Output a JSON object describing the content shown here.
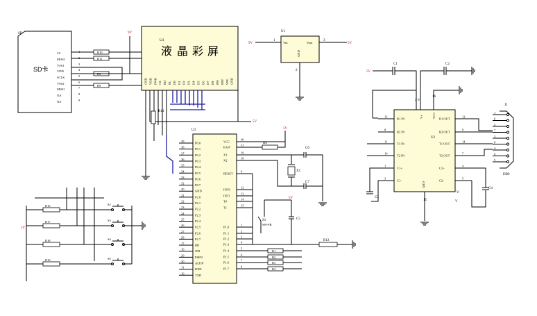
{
  "sd": {
    "ref": "SD",
    "label": "SD卡",
    "pins": [
      {
        "num": "1",
        "name": "CS"
      },
      {
        "num": "2",
        "name": "MOSI"
      },
      {
        "num": "3",
        "name": "VSS1"
      },
      {
        "num": "4",
        "name": "VDD"
      },
      {
        "num": "5",
        "name": "SCLK"
      },
      {
        "num": "6",
        "name": "VSS2"
      },
      {
        "num": "7",
        "name": "MISO"
      },
      {
        "num": "8",
        "name": "NA"
      },
      {
        "num": "9",
        "name": "NA"
      }
    ],
    "resistors": [
      "R10",
      "R11",
      "R8",
      "R9"
    ]
  },
  "lcd": {
    "ref": "U4",
    "chars": [
      "液",
      "晶",
      "彩",
      "屏"
    ],
    "pins": [
      "GND",
      "VDD",
      "PWR",
      "CS",
      "RD",
      "RL",
      "D0",
      "D1",
      "D2",
      "D3",
      "D4",
      "D5",
      "D6",
      "D7",
      "RS",
      "RW",
      "RST",
      "VRL",
      "GND"
    ]
  },
  "reg": {
    "ref": "U1",
    "vin": "Vin",
    "vout": "Vout",
    "gnd": "GND",
    "pin_in": "1",
    "pin_out": "3",
    "pin_gnd": "2",
    "net_in": "9V",
    "net_out": "5V"
  },
  "mcu": {
    "ref": "U3",
    "left_pins": [
      {
        "num": "39",
        "name": "P0.0"
      },
      {
        "num": "38",
        "name": "P0.1"
      },
      {
        "num": "37",
        "name": "P0.2"
      },
      {
        "num": "36",
        "name": "P0.3"
      },
      {
        "num": "35",
        "name": "P0.4"
      },
      {
        "num": "34",
        "name": "P0.5"
      },
      {
        "num": "33",
        "name": "P0.6"
      },
      {
        "num": "32",
        "name": "P0.7"
      },
      {
        "num": "20",
        "name": "GND"
      },
      {
        "num": "21",
        "name": "P2.0"
      },
      {
        "num": "22",
        "name": "P2.1"
      },
      {
        "num": "23",
        "name": "P2.2"
      },
      {
        "num": "24",
        "name": "P2.3"
      },
      {
        "num": "25",
        "name": "P2.4"
      },
      {
        "num": "26",
        "name": "P2.5"
      },
      {
        "num": "27",
        "name": "P2.6"
      },
      {
        "num": "28",
        "name": "P2.7"
      },
      {
        "num": "17",
        "name": "RD"
      },
      {
        "num": "16",
        "name": "WR"
      },
      {
        "num": "29",
        "name": "PSEN"
      },
      {
        "num": "30",
        "name": "ALE/P"
      },
      {
        "num": "11",
        "name": "RXD"
      },
      {
        "num": "10",
        "name": "TXD"
      }
    ],
    "right_pins": [
      {
        "num": "40",
        "name": "VCC"
      },
      {
        "num": "31",
        "name": "EA/P"
      },
      {
        "num": "19",
        "name": "X1"
      },
      {
        "num": "18",
        "name": "X2"
      },
      {
        "num": "9",
        "name": "RESET"
      },
      {
        "num": "12",
        "name": "INT0"
      },
      {
        "num": "13",
        "name": "INT1"
      },
      {
        "num": "14",
        "name": "T0"
      },
      {
        "num": "15",
        "name": "T1"
      },
      {
        "num": "1",
        "name": "P1.0"
      },
      {
        "num": "2",
        "name": "P1.1"
      },
      {
        "num": "3",
        "name": "P1.2"
      },
      {
        "num": "4",
        "name": "P1.3"
      },
      {
        "num": "5",
        "name": "P1.4"
      },
      {
        "num": "6",
        "name": "P1.5"
      },
      {
        "num": "7",
        "name": "P1.6"
      },
      {
        "num": "8",
        "name": "P1.7"
      }
    ]
  },
  "max": {
    "ref": "U2",
    "left_pins": [
      {
        "num": "13",
        "name": "R1 IN"
      },
      {
        "num": "8",
        "name": "R2 IN"
      },
      {
        "num": "11",
        "name": "T1 IN"
      },
      {
        "num": "10",
        "name": "T2 IN"
      },
      {
        "num": "1",
        "name": "C1+"
      },
      {
        "num": "3",
        "name": "C1-"
      }
    ],
    "right_pins": [
      {
        "num": "12",
        "name": "R1 OUT"
      },
      {
        "num": "9",
        "name": "R2 OUT"
      },
      {
        "num": "14",
        "name": "T1 OUT"
      },
      {
        "num": "7",
        "name": "T2 OUT"
      },
      {
        "num": "4",
        "name": "C2+"
      },
      {
        "num": "5",
        "name": "C2-"
      }
    ],
    "top_vcc": "VCC",
    "top_v": "V+",
    "vm": "V-",
    "gnd": "GND",
    "pin_vcc": "16",
    "pin_vp": "2",
    "pin_vm": "6",
    "pin_gnd": "15"
  },
  "db9": {
    "ref": "J1",
    "label": "DB9",
    "pins": [
      "1",
      "6",
      "2",
      "7",
      "3",
      "8",
      "4",
      "9",
      "5"
    ]
  },
  "keys": {
    "resistors": [
      "R16",
      "R17",
      "R18",
      "R19"
    ],
    "switches": [
      "S2",
      "S3",
      "S4",
      "S5"
    ]
  },
  "misc": {
    "r14": "R14",
    "r9": "R9",
    "r12": "R12",
    "x1": "X1",
    "c5": "C5",
    "c6": "C6",
    "c7": "C7",
    "s1": "S1",
    "s1_type": "SW-PB",
    "p1_res": [
      "R1",
      "R2",
      "R3",
      "R4"
    ],
    "caps": [
      "C1",
      "C2",
      "C3",
      "C4"
    ],
    "net5v": "5V",
    "net9v": "9V",
    "vn": "V"
  }
}
